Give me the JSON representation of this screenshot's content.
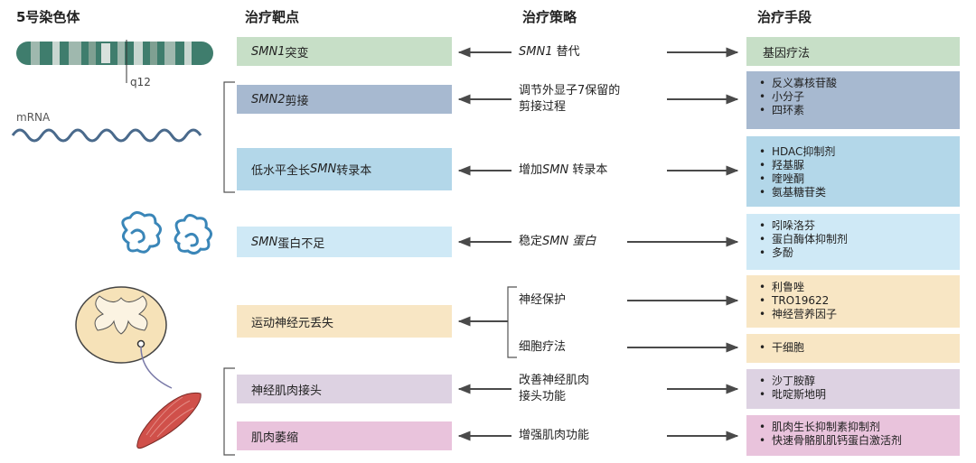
{
  "headers": {
    "chromosome": "5号染色体",
    "targets": "治疗靶点",
    "strategies": "治疗策略",
    "means": "治疗手段"
  },
  "left": {
    "q12": "q12",
    "mrna": "mRNA"
  },
  "targets": [
    {
      "id": "t1",
      "pre_it": "",
      "it": "SMN1",
      "post": " 突变",
      "color": "#c7dfc7"
    },
    {
      "id": "t2",
      "pre_it": "",
      "it": "SMN2",
      "post": " 剪接",
      "color": "#a7b9d0"
    },
    {
      "id": "t3",
      "pre_it": "低水平全长",
      "it": "SMN",
      "post": " 转录本",
      "color": "#b3d7e9"
    },
    {
      "id": "t4",
      "pre_it": "",
      "it": "SMN",
      "post": " 蛋白不足",
      "color": "#cfe9f6"
    },
    {
      "id": "t5",
      "pre_it": "运动神经元丢失",
      "it": "",
      "post": "",
      "color": "#f8e6c4"
    },
    {
      "id": "t6",
      "pre_it": "神经肌肉接头",
      "it": "",
      "post": "",
      "color": "#ddd2e2"
    },
    {
      "id": "t7",
      "pre_it": "肌肉萎缩",
      "it": "",
      "post": "",
      "color": "#e9c3dc"
    }
  ],
  "strategies": [
    {
      "id": "s1",
      "line1_pre": "",
      "line1_it": "SMN1",
      "line1_post": " 替代",
      "line2": ""
    },
    {
      "id": "s2",
      "line1_pre": "调节外显子7保留的",
      "line1_it": "",
      "line1_post": "",
      "line2": "剪接过程"
    },
    {
      "id": "s3",
      "line1_pre": "增加",
      "line1_it": "SMN",
      "line1_post": " 转录本",
      "line2": ""
    },
    {
      "id": "s4",
      "line1_pre": "稳定",
      "line1_it": "SMN 蛋白",
      "line1_post": "",
      "line2": ""
    },
    {
      "id": "s5",
      "line1_pre": "神经保护",
      "line1_it": "",
      "line1_post": "",
      "line2": ""
    },
    {
      "id": "s6",
      "line1_pre": "细胞疗法",
      "line1_it": "",
      "line1_post": "",
      "line2": ""
    },
    {
      "id": "s7",
      "line1_pre": "改善神经肌肉",
      "line1_it": "",
      "line1_post": "",
      "line2": "接头功能"
    },
    {
      "id": "s8",
      "line1_pre": "增强肌肉功能",
      "line1_it": "",
      "line1_post": "",
      "line2": ""
    }
  ],
  "means": [
    {
      "id": "m1",
      "items": [
        "基因疗法"
      ],
      "bullet": false,
      "color": "#c7dfc7"
    },
    {
      "id": "m2",
      "items": [
        "反义寡核苷酸",
        "小分子",
        "四环素"
      ],
      "bullet": true,
      "color": "#a7b9d0"
    },
    {
      "id": "m3",
      "items": [
        "HDAC抑制剂",
        "羟基脲",
        "喹唑酮",
        "氨基糖苷类"
      ],
      "bullet": true,
      "color": "#b3d7e9"
    },
    {
      "id": "m4",
      "items": [
        "吲哚洛芬",
        "蛋白酶体抑制剂",
        "多酚"
      ],
      "bullet": true,
      "color": "#cfe9f6"
    },
    {
      "id": "m5",
      "items": [
        "利鲁唑",
        "TRO19622",
        "神经营养因子"
      ],
      "bullet": true,
      "color": "#f8e6c4"
    },
    {
      "id": "m6",
      "items": [
        "干细胞"
      ],
      "bullet": true,
      "color": "#f8e6c4"
    },
    {
      "id": "m7",
      "items": [
        "沙丁胺醇",
        "吡啶斯地明"
      ],
      "bullet": true,
      "color": "#ddd2e2"
    },
    {
      "id": "m8",
      "items": [
        "肌肉生长抑制素抑制剂",
        "快速骨骼肌肌钙蛋白激活剂"
      ],
      "bullet": true,
      "color": "#e9c3dc"
    }
  ],
  "colors": {
    "arrow": "#4a4a4a",
    "bracket": "#555555",
    "mrna_wave": "#4a6a8c",
    "protein": "#3a86b8",
    "muscle": "#d0504a",
    "spinal_cord": "#f6e2b8"
  }
}
